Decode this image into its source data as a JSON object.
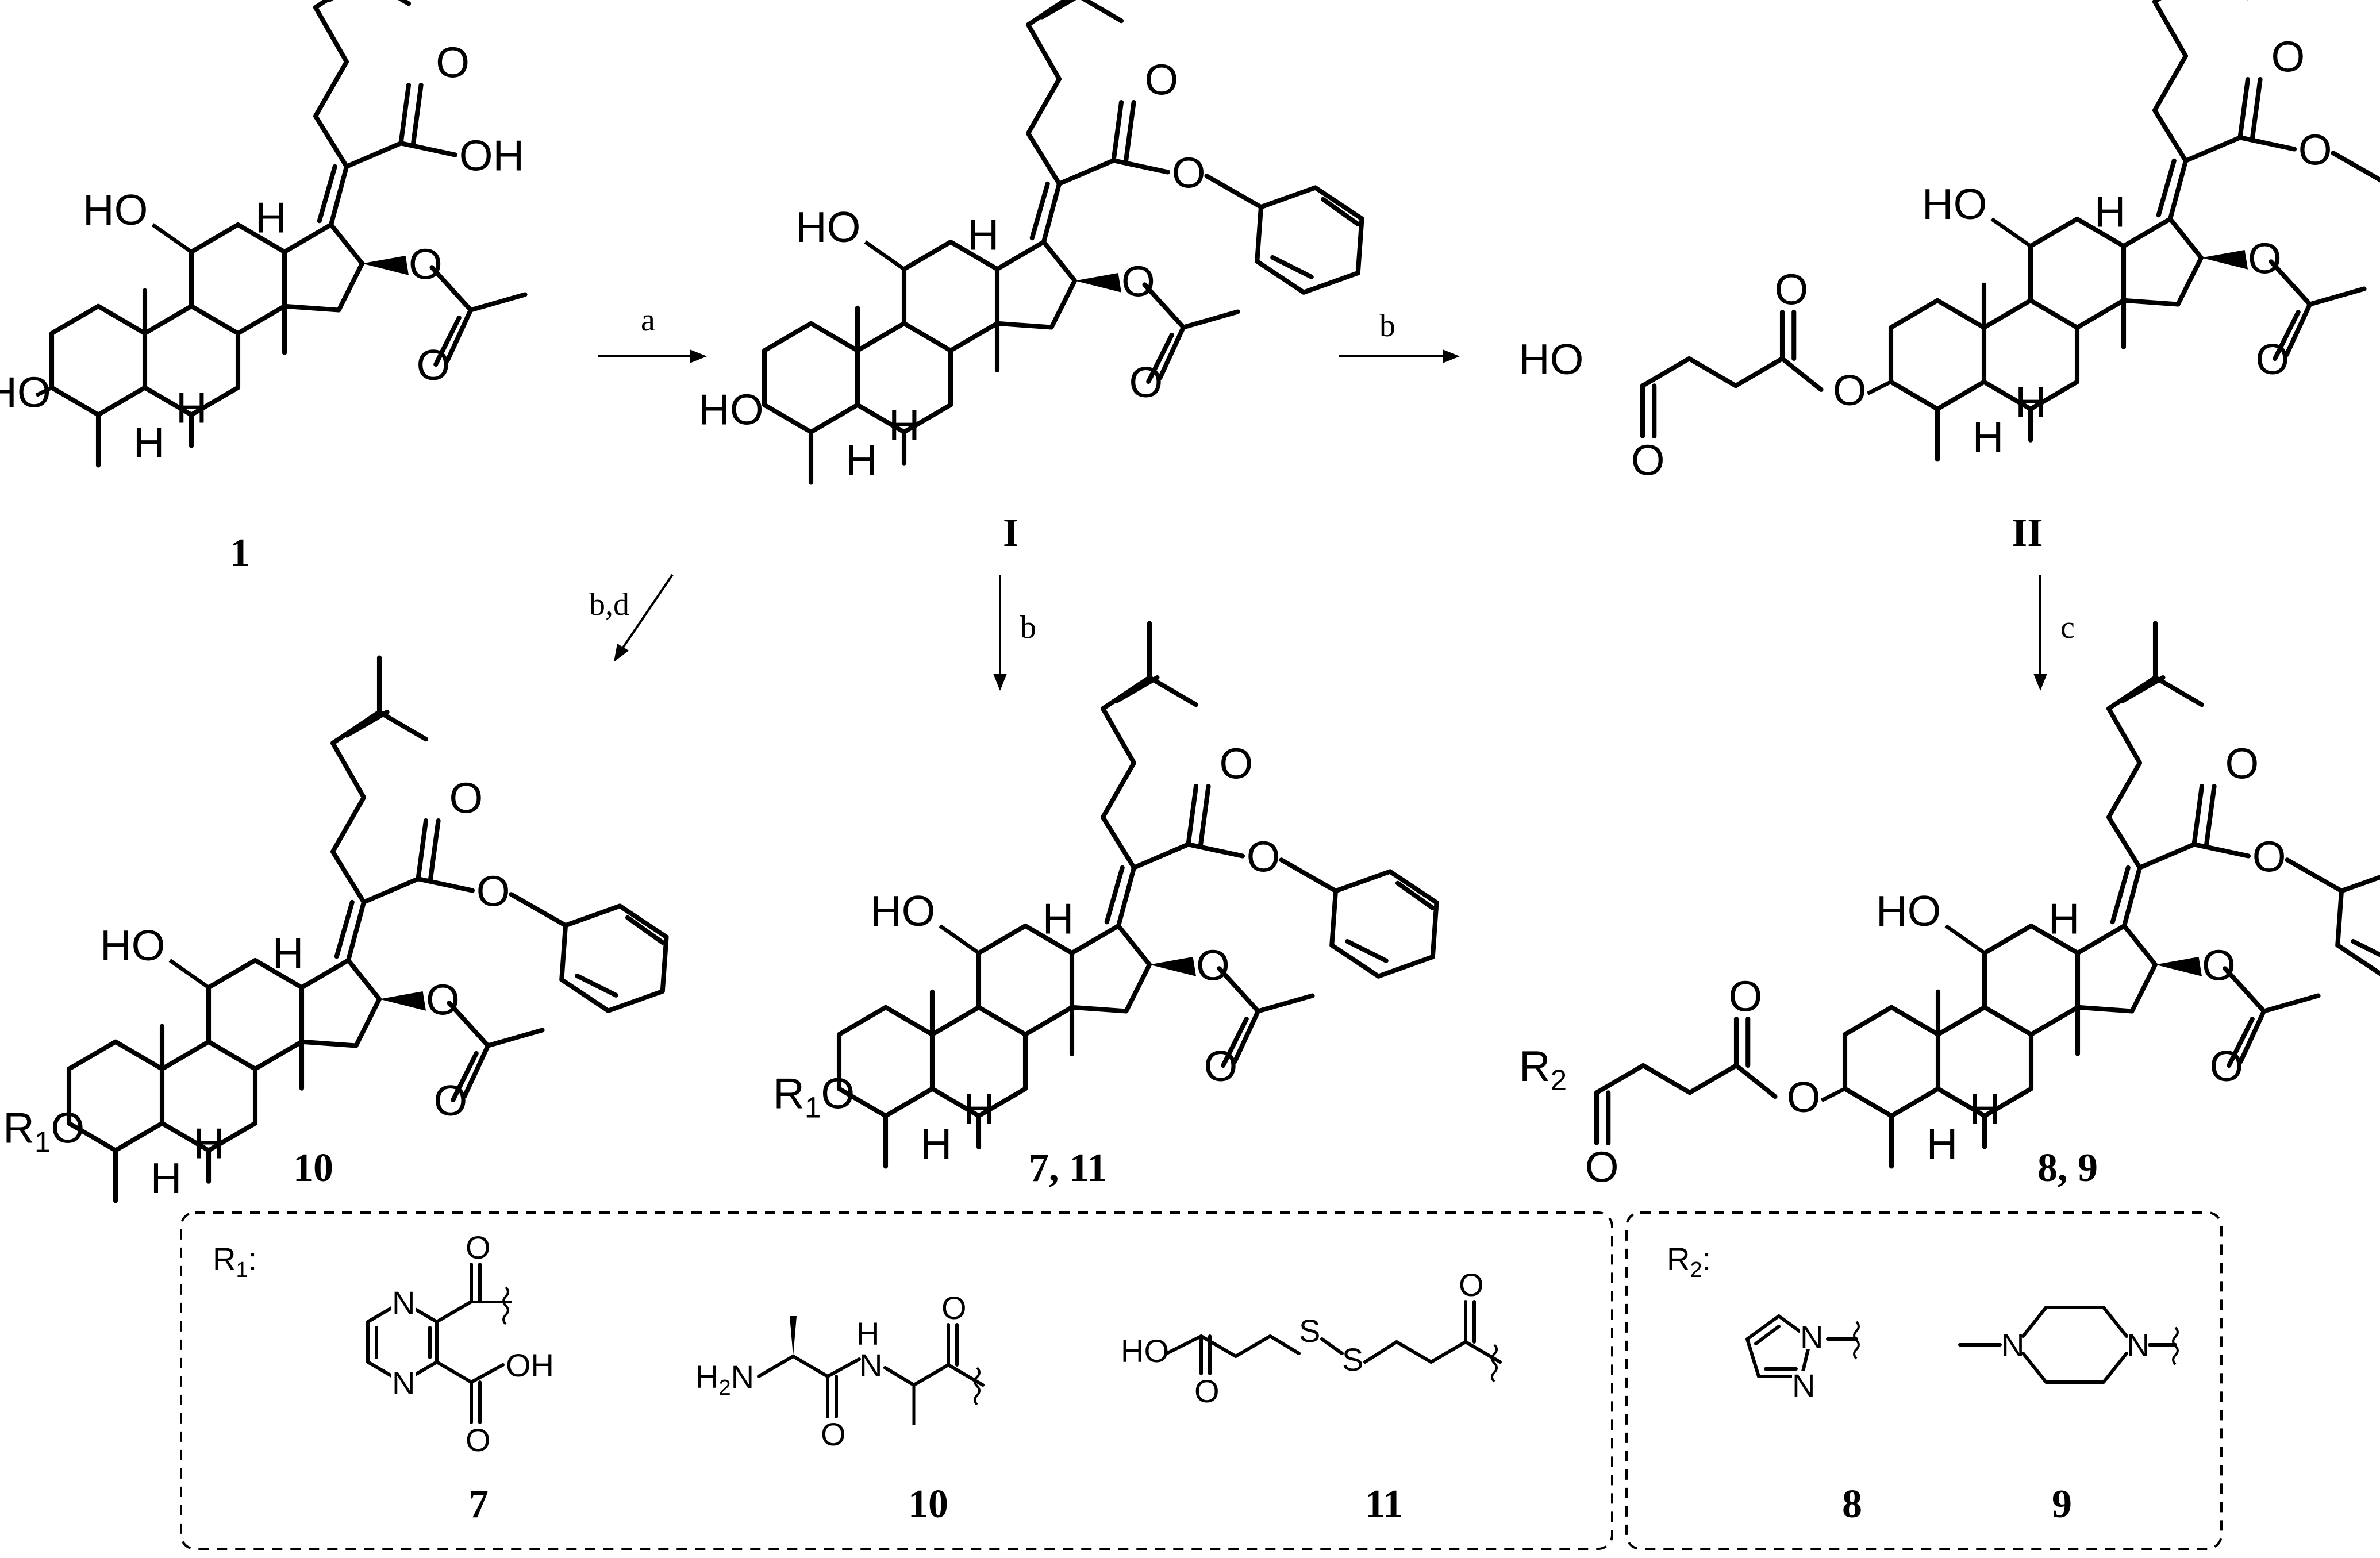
{
  "compounds": {
    "c1": "1",
    "cI": "I",
    "cII": "II",
    "c10": "10",
    "c7_11": "7, 11",
    "c8_9": "8, 9"
  },
  "conditions": {
    "a": "a",
    "b_top": "b",
    "b_down": "b",
    "bd": "b,d",
    "c": "c"
  },
  "atoms": {
    "HO": "HO",
    "OH": "OH",
    "O": "O",
    "H": "H",
    "HOOC_O": "O",
    "R1": "R",
    "R1_sub": "1",
    "R2": "R",
    "R2_sub": "2",
    "N": "N",
    "H2N": "H",
    "H2N_sub": "2",
    "NH": "N",
    "S": "S"
  },
  "legends": {
    "r1_title": "R",
    "r1_sub": "1",
    "r1_colon": ":",
    "r2_title": "R",
    "r2_sub": "2",
    "r2_colon": ":",
    "r1_items": [
      "7",
      "10",
      "11"
    ],
    "r2_items": [
      "8",
      "9"
    ]
  }
}
